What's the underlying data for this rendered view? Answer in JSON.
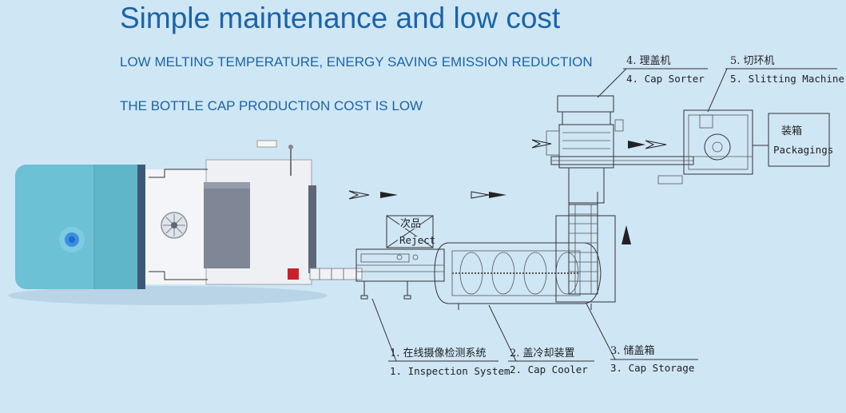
{
  "heading": "Simple maintenance and low cost",
  "subtitle1": "LOW MELTING TEMPERATURE, ENERGY SAVING EMISSION REDUCTION",
  "subtitle2": "THE BOTTLE CAP PRODUCTION COST IS LOW",
  "labels": {
    "cap_sorter_cn": "4. 理盖机",
    "cap_sorter_en": "4. Cap Sorter",
    "slitting_cn": "5. 切环机",
    "slitting_en": "5. Slitting Machine",
    "packaging_cn": "装箱",
    "packaging_en": "Packagings",
    "reject_cn": "次品",
    "reject_en": "Reject",
    "inspection_cn": "1. 在线摄像检测系统",
    "inspection_en": "1. Inspection System",
    "cooler_cn": "2. 盖冷却装置",
    "cooler_en": "2. Cap Cooler",
    "storage_cn": "3. 储盖箱",
    "storage_en": "3. Cap Storage"
  },
  "colors": {
    "background": "#cfe6f5",
    "title": "#1b64a8",
    "machine_body": "#66bdd0",
    "line_art": "#333333"
  }
}
